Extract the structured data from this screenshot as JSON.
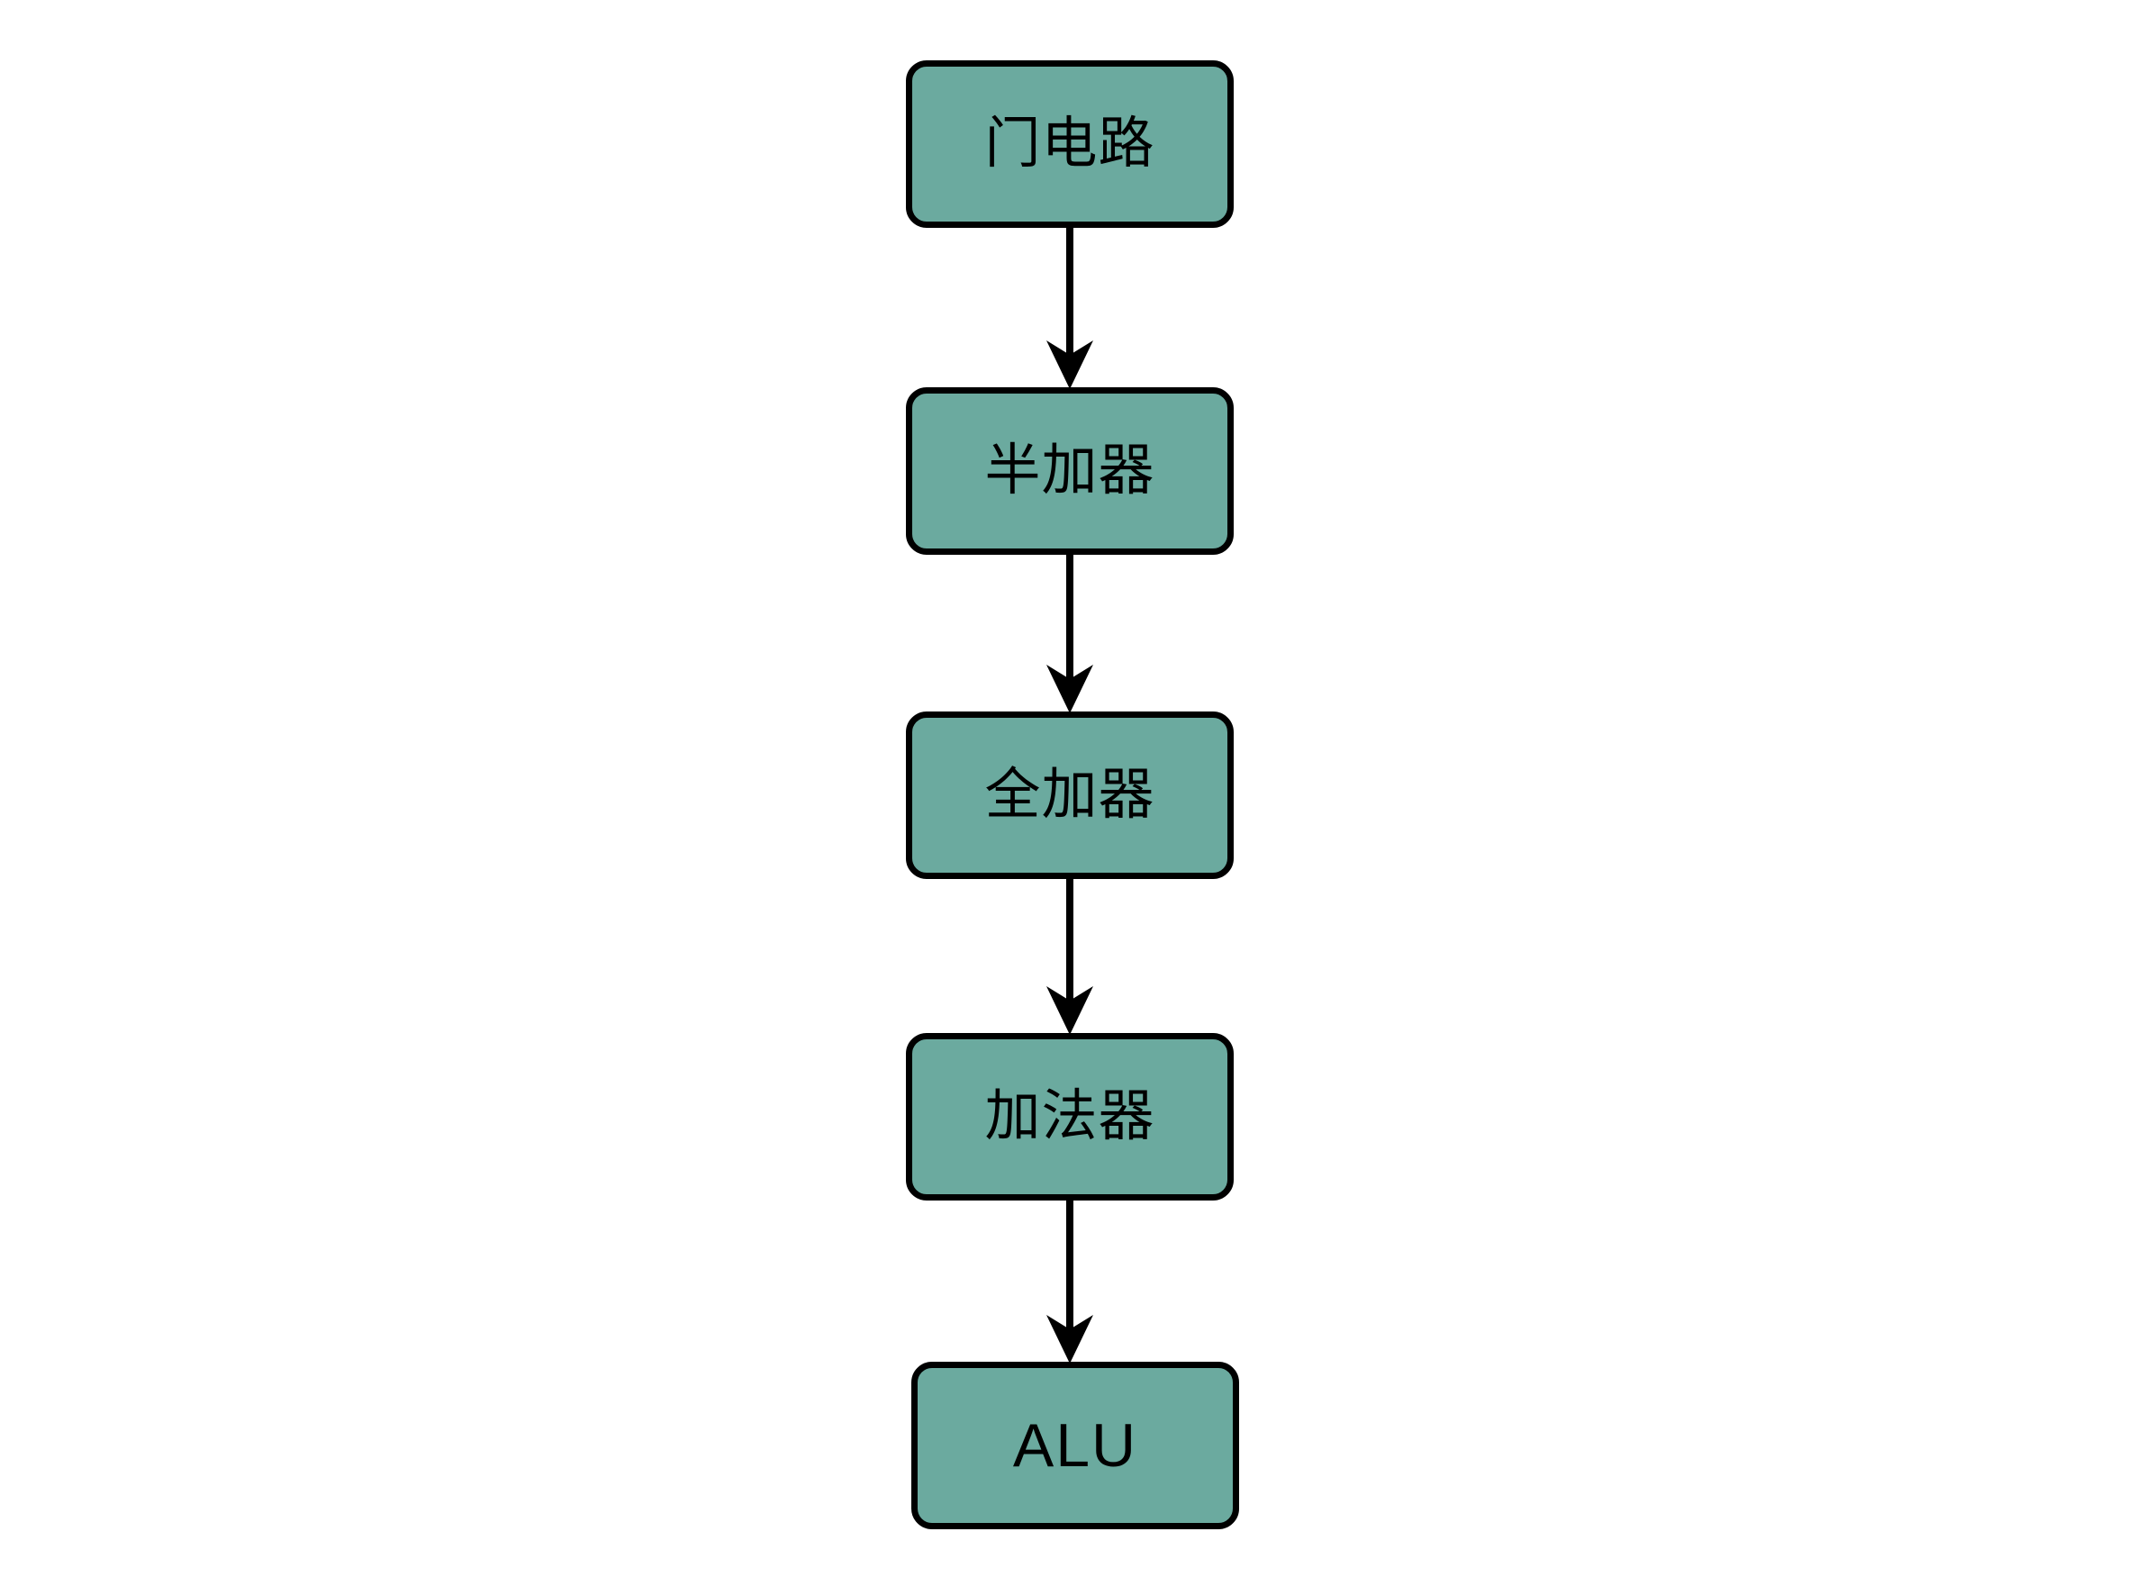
{
  "diagram": {
    "title": "",
    "type": "flowchart",
    "orientation": "top-to-bottom",
    "background_color": "#FFFFFF",
    "node_fill_color": "#6BAA9F",
    "node_border_color": "#000000",
    "text_color": "#000000",
    "edge_color": "#000000",
    "nodes": [
      {
        "id": "gate-circuit",
        "label": "门电路",
        "script": "han"
      },
      {
        "id": "half-adder",
        "label": "半加器",
        "script": "han"
      },
      {
        "id": "full-adder",
        "label": "全加器",
        "script": "han"
      },
      {
        "id": "adder",
        "label": "加法器",
        "script": "han"
      },
      {
        "id": "alu",
        "label": "ALU",
        "script": "latin"
      }
    ],
    "edges": [
      {
        "from": "gate-circuit",
        "to": "half-adder",
        "label": "",
        "arrowhead": "barbed"
      },
      {
        "from": "half-adder",
        "to": "full-adder",
        "label": "",
        "arrowhead": "barbed"
      },
      {
        "from": "full-adder",
        "to": "adder",
        "label": "",
        "arrowhead": "barbed"
      },
      {
        "from": "adder",
        "to": "alu",
        "label": "",
        "arrowhead": "barbed"
      }
    ]
  }
}
